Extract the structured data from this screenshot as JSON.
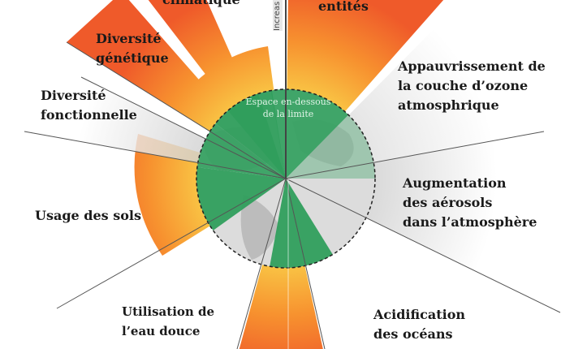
{
  "center": {
    "line1": "Espace en-dessous",
    "line2": "de la limite"
  },
  "vertical_bar_text": "Increas",
  "labels": {
    "climate": "climatique",
    "entities": "entités",
    "genetic": {
      "line1": "Diversité",
      "line2": "génétique"
    },
    "functional": {
      "line1": "Diversité",
      "line2": "fonctionnelle"
    },
    "ozone": {
      "line1": "Appauvrissement de",
      "line2": "la couche d’ozone",
      "line3": "atmosphrique"
    },
    "aerosols": {
      "line1": "Augmentation",
      "line2": "des aérosols",
      "line3": "dans l’atmosphère"
    },
    "land": "Usage des sols",
    "water": {
      "line1": "Utilisation de",
      "line2": "l’eau douce"
    },
    "ocean": {
      "line1": "Acidification",
      "line2": "des océans"
    }
  },
  "colors": {
    "inner_green": "#2f9e5c",
    "zone_yellow": "#f6b13a",
    "zone_orange": "#f58a2e",
    "zone_red": "#ef5a2a",
    "neutral_grey": "#d9d9d9"
  }
}
